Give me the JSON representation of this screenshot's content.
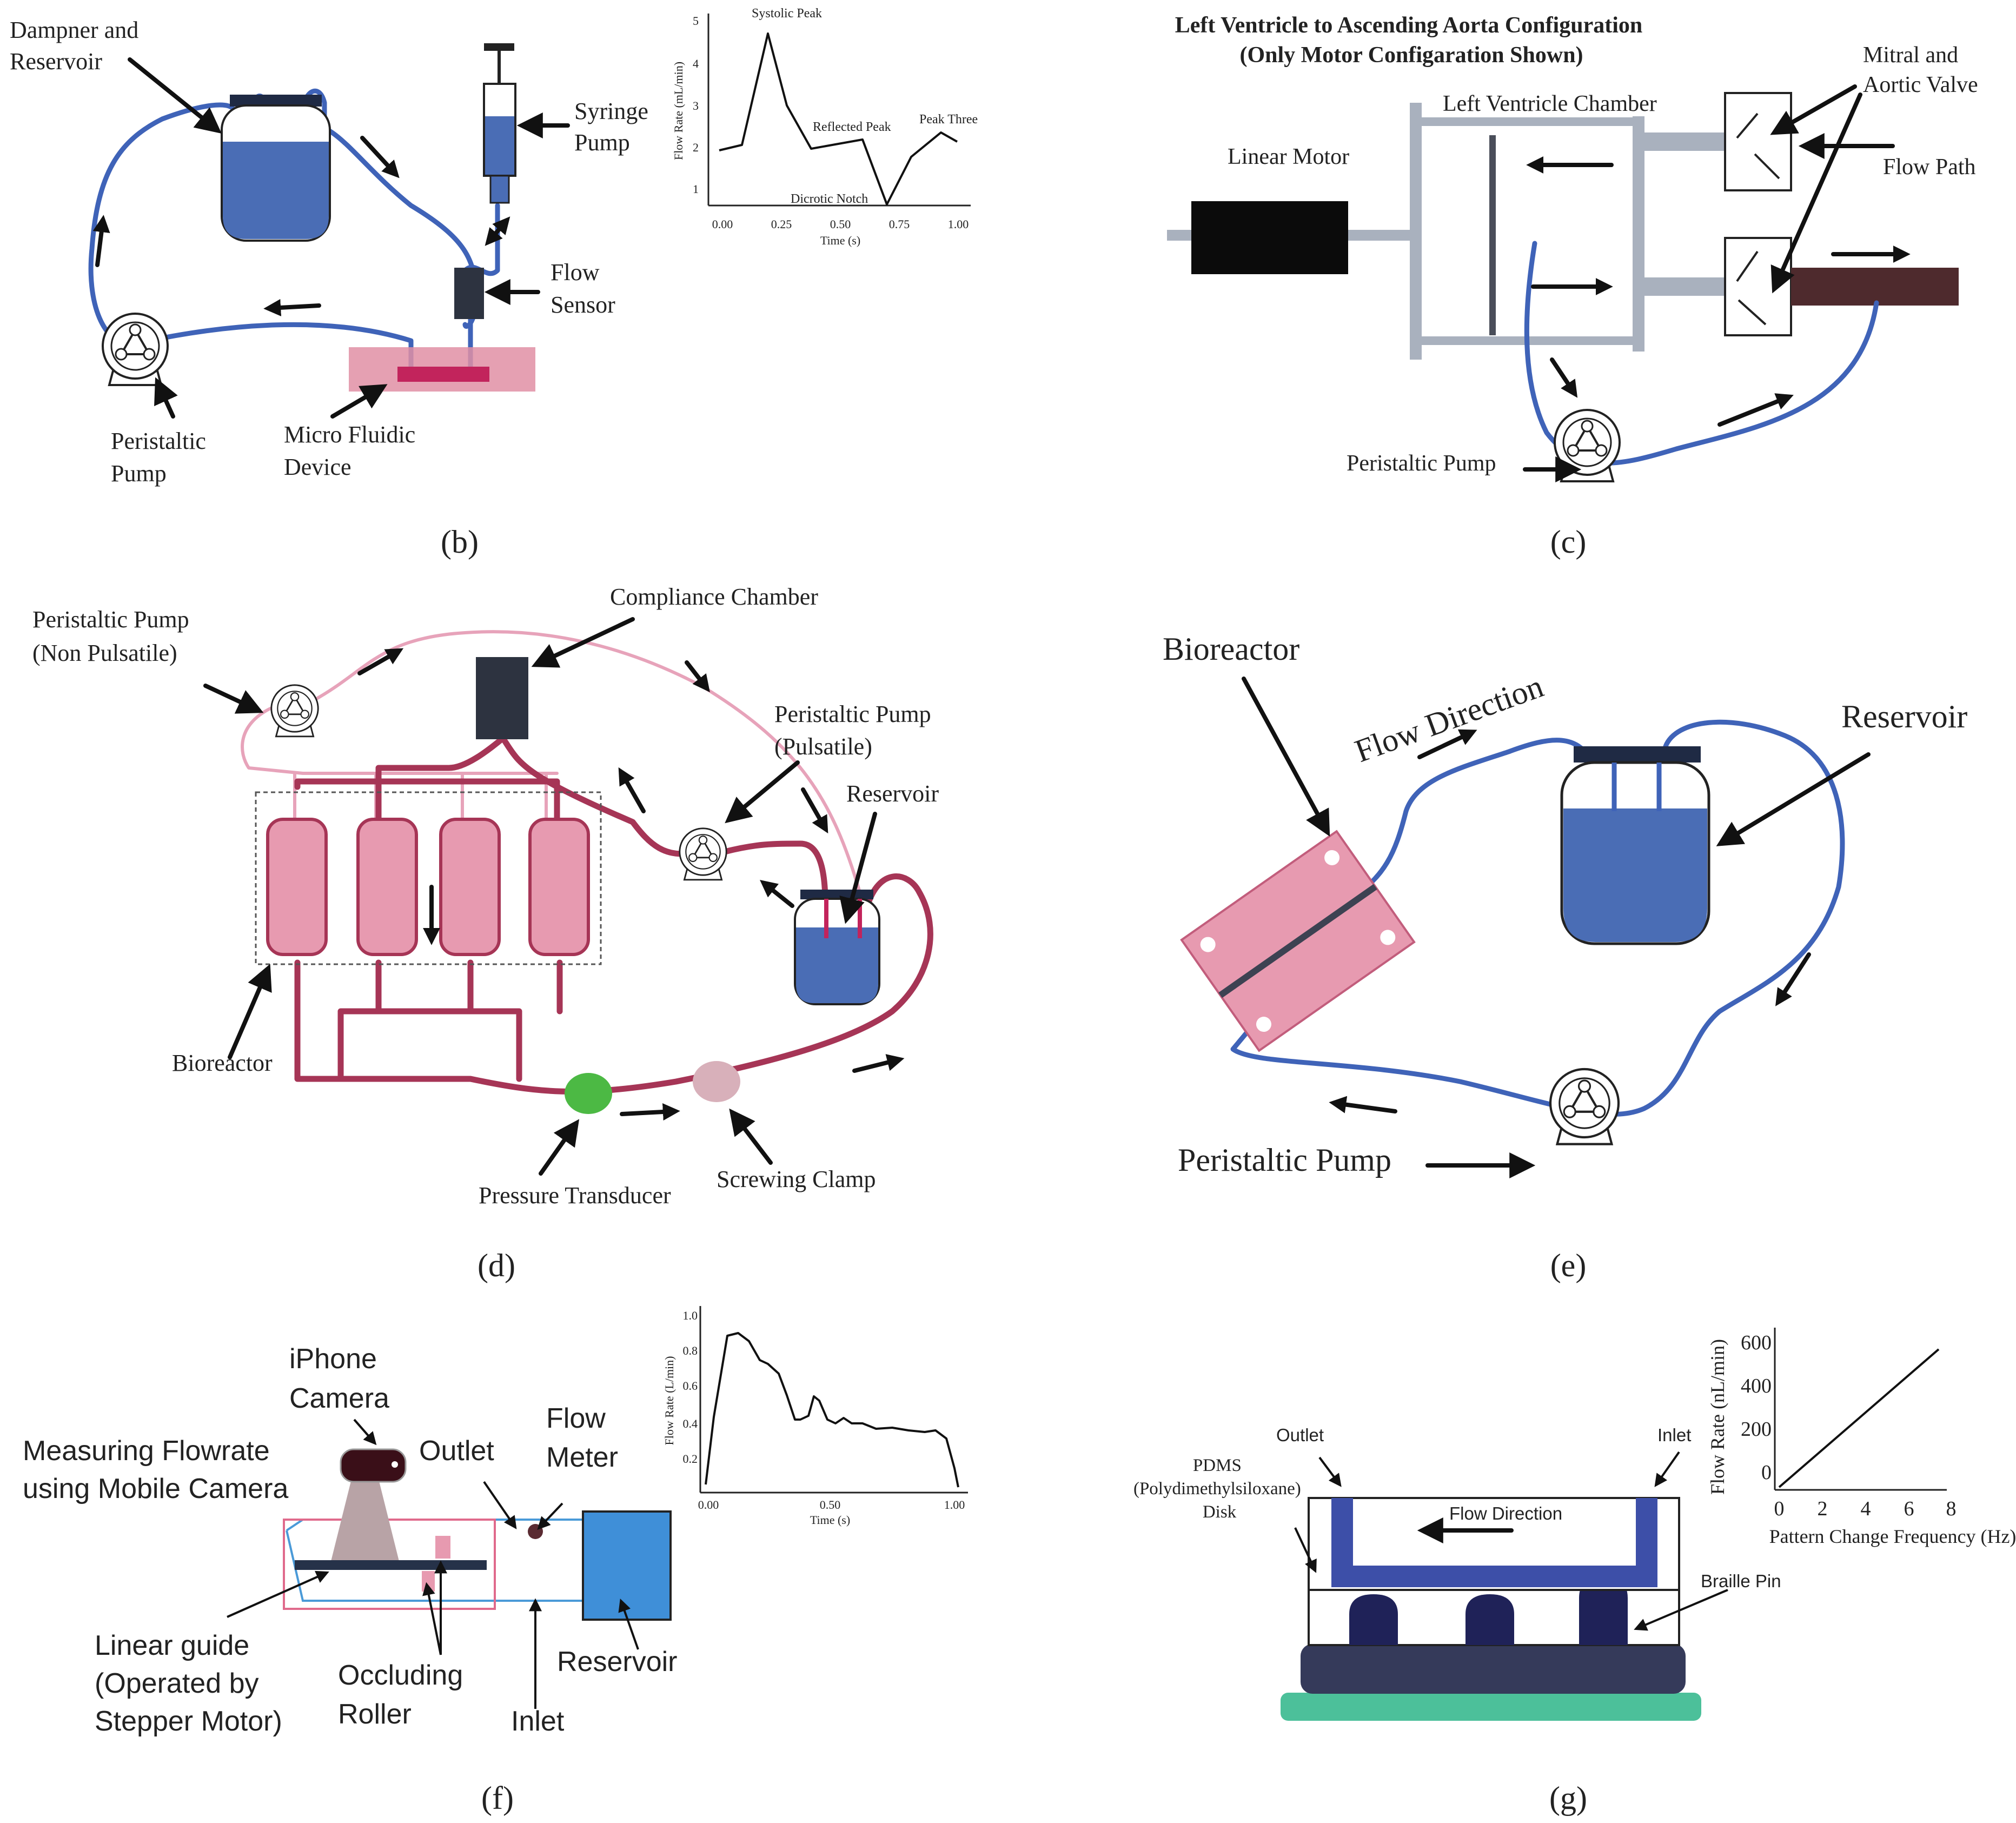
{
  "panels": {
    "b": {
      "letter": "(b)",
      "labels": {
        "dampener": [
          "Dampner and",
          "Reservoir"
        ],
        "syringe": [
          "Syringe",
          "Pump"
        ],
        "flow_sensor": [
          "Flow",
          "Sensor"
        ],
        "pump": [
          "Peristaltic",
          "Pump"
        ],
        "device": [
          "Micro Fluidic",
          "Device"
        ]
      },
      "chart": {
        "ylabel": "Flow Rate (mL/min)",
        "xlabel": "Time (s)",
        "yticks": [
          "1",
          "2",
          "3",
          "4",
          "5"
        ],
        "xticks": [
          "0.00",
          "0.25",
          "0.50",
          "0.75",
          "1.00"
        ],
        "annotations": {
          "systolic": "Systolic Peak",
          "reflected": "Reflected Peak",
          "dicrotic": "Dicrotic Notch",
          "peak_three": "Peak Three"
        }
      }
    },
    "c": {
      "letter": "(c)",
      "title": [
        "Left Ventricle to Ascending Aorta Configuration",
        "(Only Motor Configaration Shown)"
      ],
      "labels": {
        "chamber": "Left Ventricle Chamber",
        "motor": "Linear Motor",
        "valve": [
          "Mitral and",
          "Aortic Valve"
        ],
        "flow_path": "Flow Path",
        "pump": "Peristaltic Pump"
      }
    },
    "d": {
      "letter": "(d)",
      "labels": {
        "pump_np": [
          "Peristaltic Pump",
          "(Non Pulsatile)"
        ],
        "compliance": "Compliance Chamber",
        "pump_p": [
          "Peristaltic Pump",
          "(Pulsatile)"
        ],
        "reservoir": "Reservoir",
        "bioreactor": "Bioreactor",
        "transducer": "Pressure Transducer",
        "clamp": "Screwing Clamp"
      }
    },
    "e": {
      "letter": "(e)",
      "labels": {
        "bioreactor": "Bioreactor",
        "flow_direction": "Flow Direction",
        "reservoir": "Reservoir",
        "pump": "Peristaltic Pump"
      }
    },
    "f": {
      "letter": "(f)",
      "labels": {
        "iphone": [
          "iPhone",
          "Camera"
        ],
        "measuring": [
          "Measuring Flowrate",
          "using Mobile Camera"
        ],
        "outlet": "Outlet",
        "flow_meter": [
          "Flow",
          "Meter"
        ],
        "linear_guide": [
          "Linear guide",
          "(Operated by",
          "Stepper Motor)"
        ],
        "roller": [
          "Occluding",
          "Roller"
        ],
        "inlet": "Inlet",
        "reservoir": "Reservoir"
      },
      "chart": {
        "ylabel": "Flow Rate (L/min)",
        "xlabel": "Time (s)",
        "yticks": [
          "0.2",
          "0.4",
          "0.6",
          "0.8",
          "1.0"
        ],
        "xticks": [
          "0.00",
          "0.50",
          "1.00"
        ]
      }
    },
    "g": {
      "letter": "(g)",
      "labels": {
        "outlet": "Outlet",
        "inlet": "Inlet",
        "pdms": [
          "PDMS",
          "(Polydimethylsiloxane)",
          "Disk"
        ],
        "flow_direction": "Flow Direction",
        "braille": "Braille Pin"
      },
      "chart": {
        "ylabel": "Flow Rate (nL/min)",
        "xlabel": "Pattern Change Frequency (Hz)",
        "yticks": [
          "0",
          "200",
          "400",
          "600"
        ],
        "xticks": [
          "0",
          "2",
          "4",
          "6",
          "8"
        ]
      }
    }
  },
  "colors": {
    "blue_fluid": "#4a6db5",
    "blue_tube": "#3f63b8",
    "wine_tube": "#a63556",
    "pink_tube": "#e7a3ba",
    "bioreactor_pink": "#e79ab0",
    "device_pink": "#e08fa4",
    "dark_navy": "#1f2a44",
    "frame_grey": "#a9b1be",
    "pressure_green": "#4cb944",
    "clamp_pink": "#d8b0ba",
    "teal_base": "#4cc09a",
    "aorta_brown": "#4e2a2d"
  }
}
